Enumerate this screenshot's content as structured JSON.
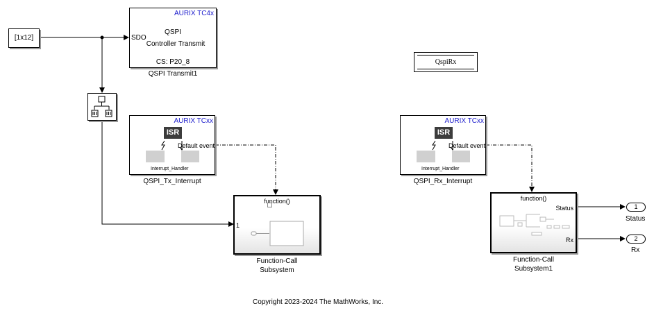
{
  "constant": {
    "value": "[1x12]"
  },
  "qspi_transmit": {
    "vendor": "AURIX TC4x",
    "title_line1": "QSPI",
    "title_line2": "Controller Transmit",
    "cs": "CS: P20_8",
    "input_port": "SDO",
    "name": "QSPI Transmit1"
  },
  "qspi_rx_label": {
    "text": "QspiRx"
  },
  "tx_interrupt": {
    "vendor": "AURIX TCxx",
    "isr": "ISR",
    "event": "Default event",
    "handler": "Interrupt_Handler",
    "name": "QSPI_Tx_Interrupt"
  },
  "rx_interrupt": {
    "vendor": "AURIX TCxx",
    "isr": "ISR",
    "event": "Default event",
    "handler": "Interrupt_Handler",
    "name": "QSPI_Rx_Interrupt"
  },
  "fc_subsystem": {
    "trigger": "function()",
    "in_port": "1",
    "name_line1": "Function-Call",
    "name_line2": "Subsystem"
  },
  "fc_subsystem1": {
    "trigger": "function()",
    "out1": "Status",
    "out2": "Rx",
    "name_line1": "Function-Call",
    "name_line2": "Subsystem1"
  },
  "outport_status": {
    "number": "1",
    "name": "Status"
  },
  "outport_rx": {
    "number": "2",
    "name": "Rx"
  },
  "copyright": "Copyright 2023-2024 The MathWorks, Inc."
}
